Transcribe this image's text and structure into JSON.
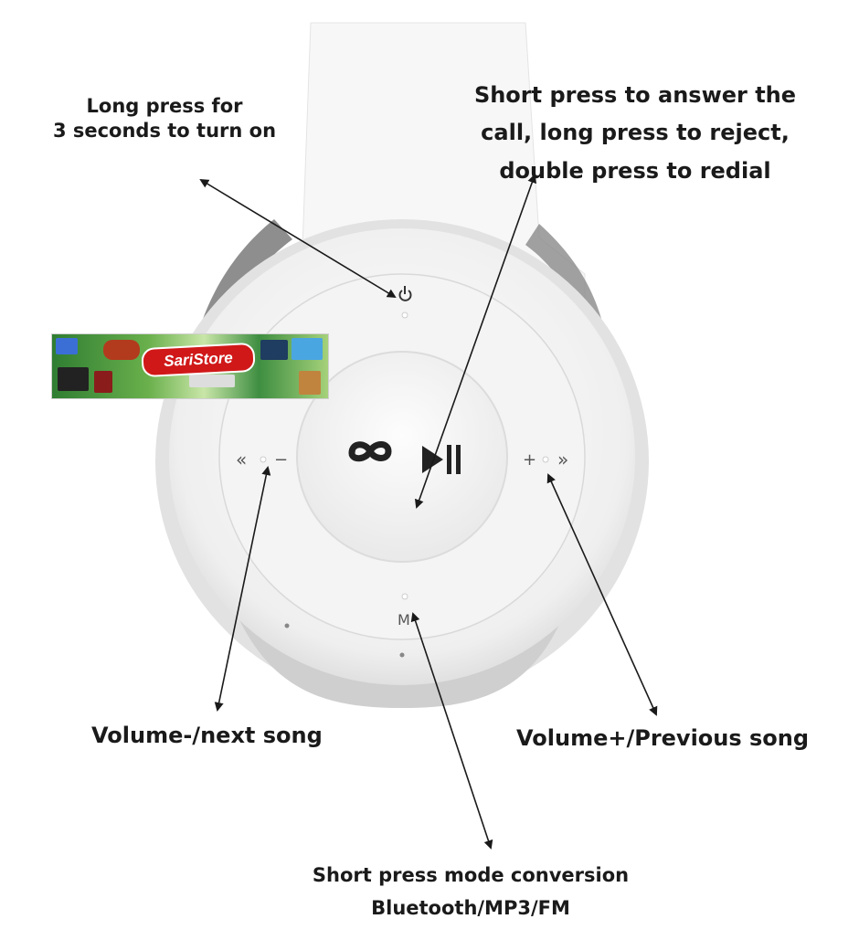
{
  "callouts": {
    "power": {
      "lines": [
        "Long press for",
        "3 seconds to turn on"
      ]
    },
    "answer": {
      "lines": [
        "Short press to answer the",
        "call, long press to reject,",
        "double press to redial"
      ]
    },
    "volume_down": {
      "text": "Volume-/next song"
    },
    "volume_up": {
      "text": "Volume+/Previous song"
    },
    "mode": {
      "lines": [
        "Short press mode conversion",
        "Bluetooth/MP3/FM"
      ]
    }
  },
  "buttons": {
    "prev": "«",
    "minus": "−",
    "plus": "+",
    "next": "»",
    "mode": "M"
  },
  "banner": {
    "label": "SariStore"
  },
  "colors": {
    "headphone_shell": "#f2f2f2",
    "headphone_shadow": "#6e6e6e",
    "text": "#1a1a1a",
    "banner_label": "#d01818"
  },
  "icons": {
    "power": "power-icon",
    "center": "phone-play-pause-icon"
  }
}
